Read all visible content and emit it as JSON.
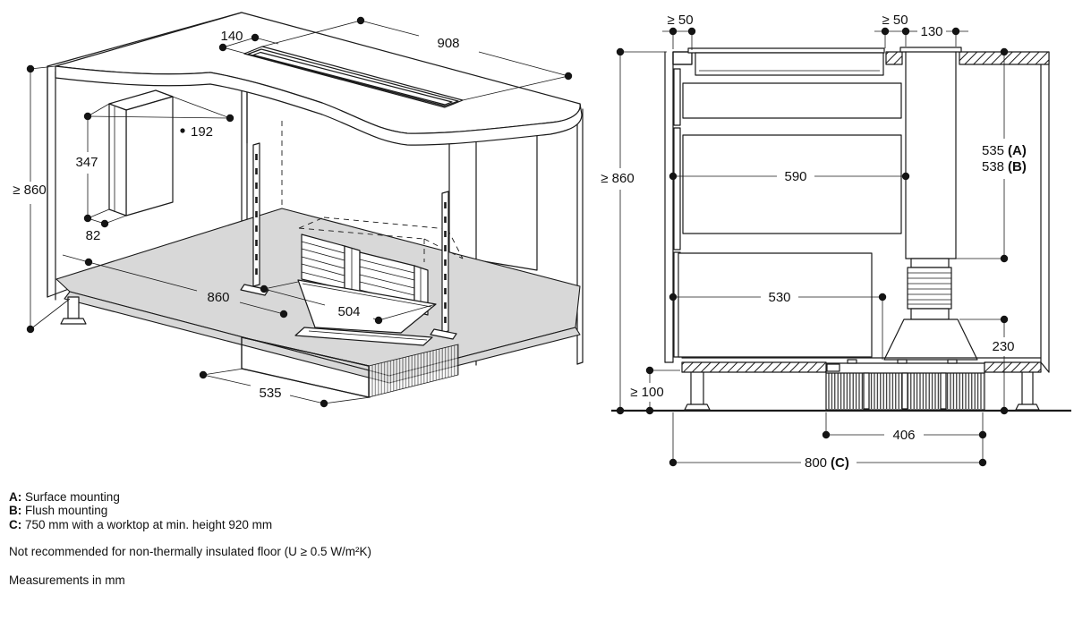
{
  "colors": {
    "ink": "#1a1a1a",
    "floor_gray": "#d8d8d8",
    "background": "#ffffff"
  },
  "left_view": {
    "dims": {
      "slot_offset": "140",
      "slot_length": "908",
      "wall_box_width": "192",
      "wall_box_height": "347",
      "wall_box_depth": "82",
      "min_worktop_height": "≥ 860",
      "floor_run": "860",
      "transition_width": "504",
      "floor_duct_length": "535"
    }
  },
  "right_view": {
    "dims": {
      "clearance_left": "≥ 50",
      "clearance_right": "≥ 50",
      "collar_width": "130",
      "min_worktop_height": "≥ 860",
      "interior_width": "590",
      "depth_surface": {
        "num": "535",
        "tag": "(A)"
      },
      "depth_flush": {
        "num": "538",
        "tag": "(B)"
      },
      "lower_interior_width": "530",
      "transition_height": "230",
      "plinth_clearance": "≥ 100",
      "floor_duct_width": "406",
      "overall_width": {
        "num": "800",
        "tag": "(C)"
      }
    }
  },
  "notes": {
    "a_label": "A:",
    "a_text": "Surface mounting",
    "b_label": "B:",
    "b_text": "Flush mounting",
    "c_label": "C:",
    "c_text": "750 mm with a worktop at min. height 920 mm",
    "insulation": "Not recommended for non-thermally insulated floor (U ≥ 0.5 W/m²K)",
    "units": "Measurements in mm"
  }
}
